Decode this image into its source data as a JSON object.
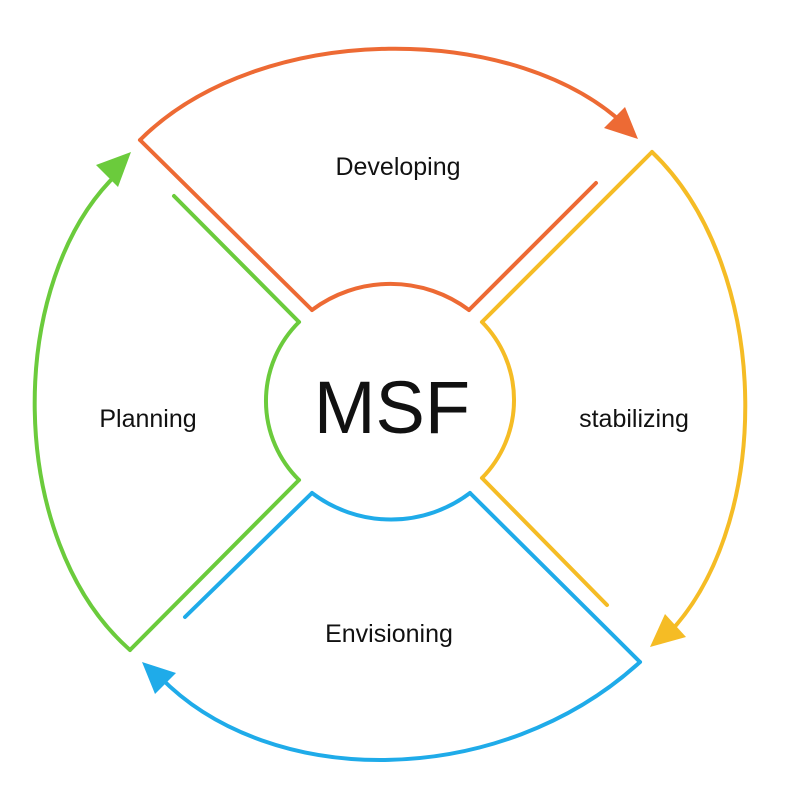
{
  "diagram": {
    "center_label": "MSF",
    "phases": [
      {
        "key": "developing",
        "label": "Developing",
        "color": "#ed6a34"
      },
      {
        "key": "stabilizing",
        "label": "stabilizing",
        "color": "#f5bc25"
      },
      {
        "key": "envisioning",
        "label": "Envisioning",
        "color": "#1fabe9"
      },
      {
        "key": "planning",
        "label": "Planning",
        "color": "#6bcb3c"
      }
    ],
    "flow": "clockwise"
  }
}
